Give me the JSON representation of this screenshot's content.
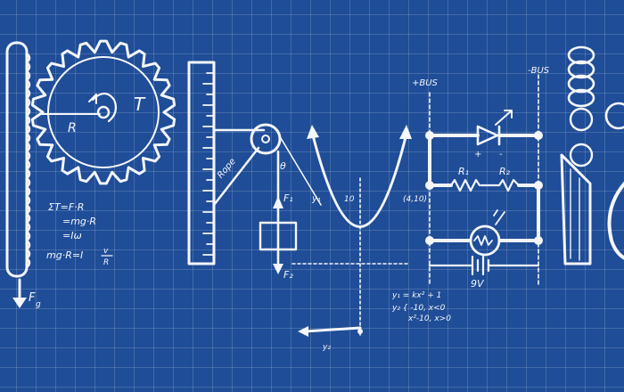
{
  "colors": {
    "blueprint": "#1f4d97",
    "grid": "#6f8fc6",
    "chalk": "#f4f6fb"
  },
  "labels": {
    "torque": "T",
    "radius": "R",
    "force_g1": "F",
    "force_g1_sub": "g",
    "eq1": "ΣT=F·R",
    "eq2": "=mg·R",
    "eq3": "=Iω",
    "eq4": "mg·R=I",
    "eq4_frac_num": "v",
    "eq4_frac_den": "R",
    "rope": "Rope",
    "theta": "θ",
    "y1": "y₁",
    "f1": "F₁",
    "f2": "F₂",
    "axis_10": "10",
    "point": "(4,10)",
    "piece1": "y₁ = kx² + 1",
    "piece2": "y₂ { -10, x<0",
    "piece3": "x²-10, x>0",
    "y2_axis": "y₂",
    "bus_plus": "+BUS",
    "bus_minus": "-BUS",
    "r1": "R₁",
    "r2": "R₂",
    "battery": "9V",
    "diode_plus": "+",
    "diode_minus": "-"
  }
}
